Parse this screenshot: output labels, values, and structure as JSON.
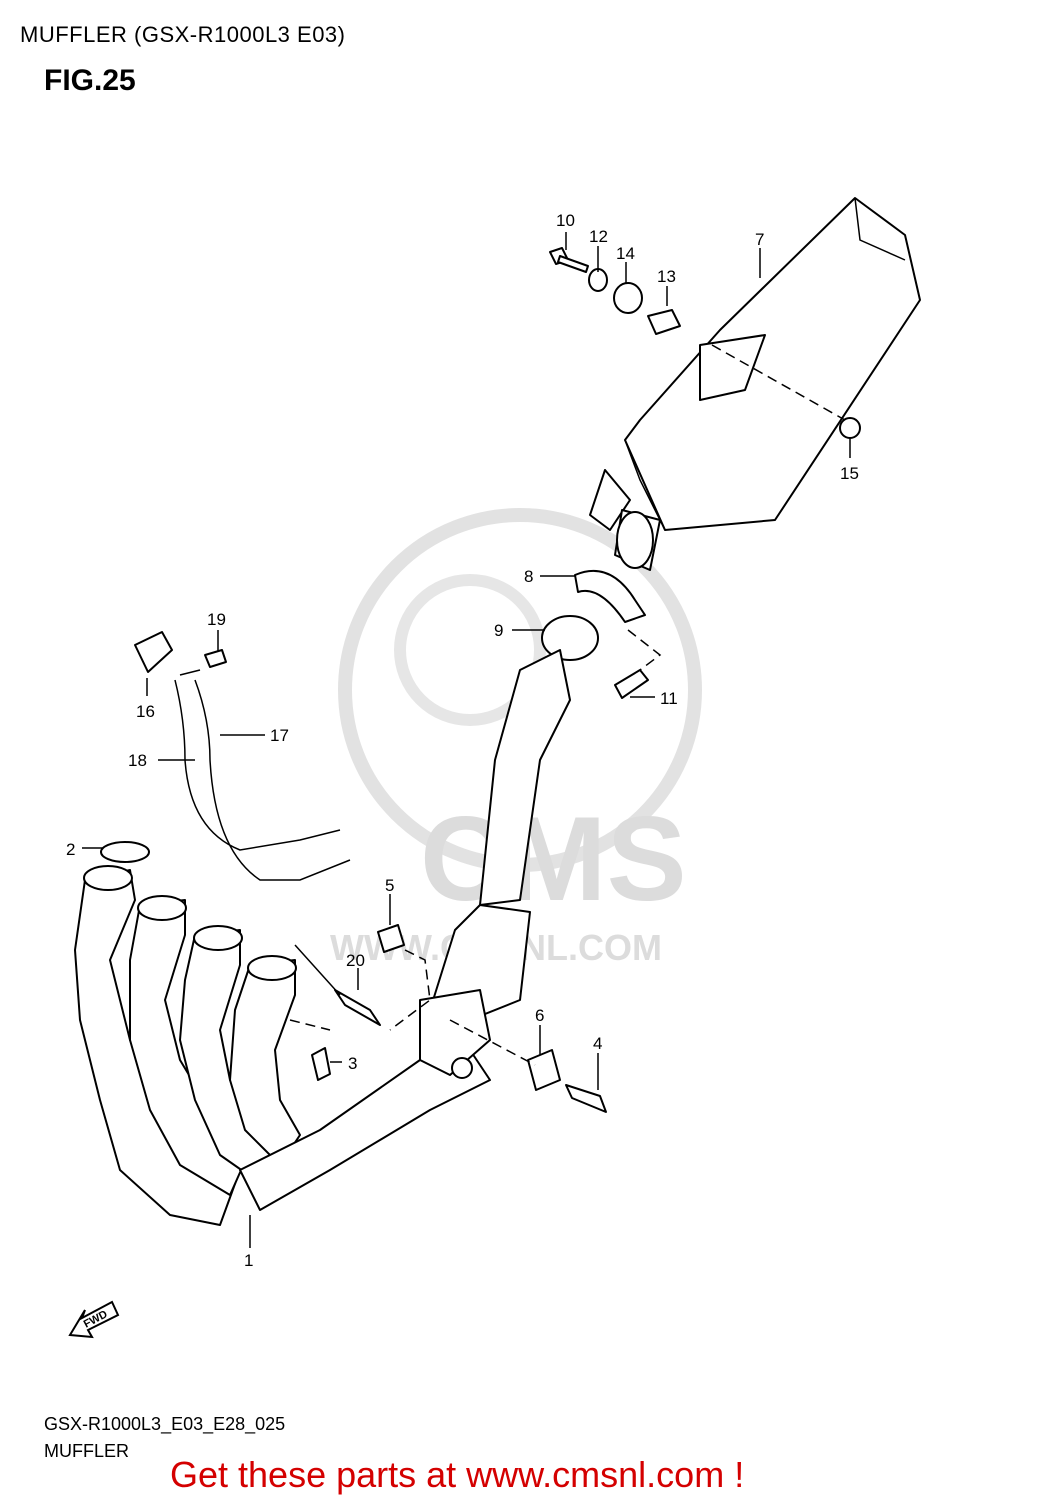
{
  "header": {
    "title": "MUFFLER (GSX-R1000L3 E03)",
    "figure": "FIG.25"
  },
  "watermark": {
    "brand": "CMS",
    "url": "WWW.CMSNL.COM"
  },
  "callouts": {
    "c1": "1",
    "c2": "2",
    "c3": "3",
    "c4": "4",
    "c5": "5",
    "c6": "6",
    "c7": "7",
    "c8": "8",
    "c9": "9",
    "c10": "10",
    "c11": "11",
    "c12": "12",
    "c13": "13",
    "c14": "14",
    "c15": "15",
    "c16": "16",
    "c17": "17",
    "c18": "18",
    "c19": "19",
    "c20": "20"
  },
  "direction_marker": "FWD",
  "footer": {
    "code": "GSX-R1000L3_E03_E28_025",
    "name": "MUFFLER",
    "promo": "Get these parts at www.cmsnl.com !"
  },
  "colors": {
    "promo": "#d40000",
    "watermark": "#dcdcdc"
  }
}
